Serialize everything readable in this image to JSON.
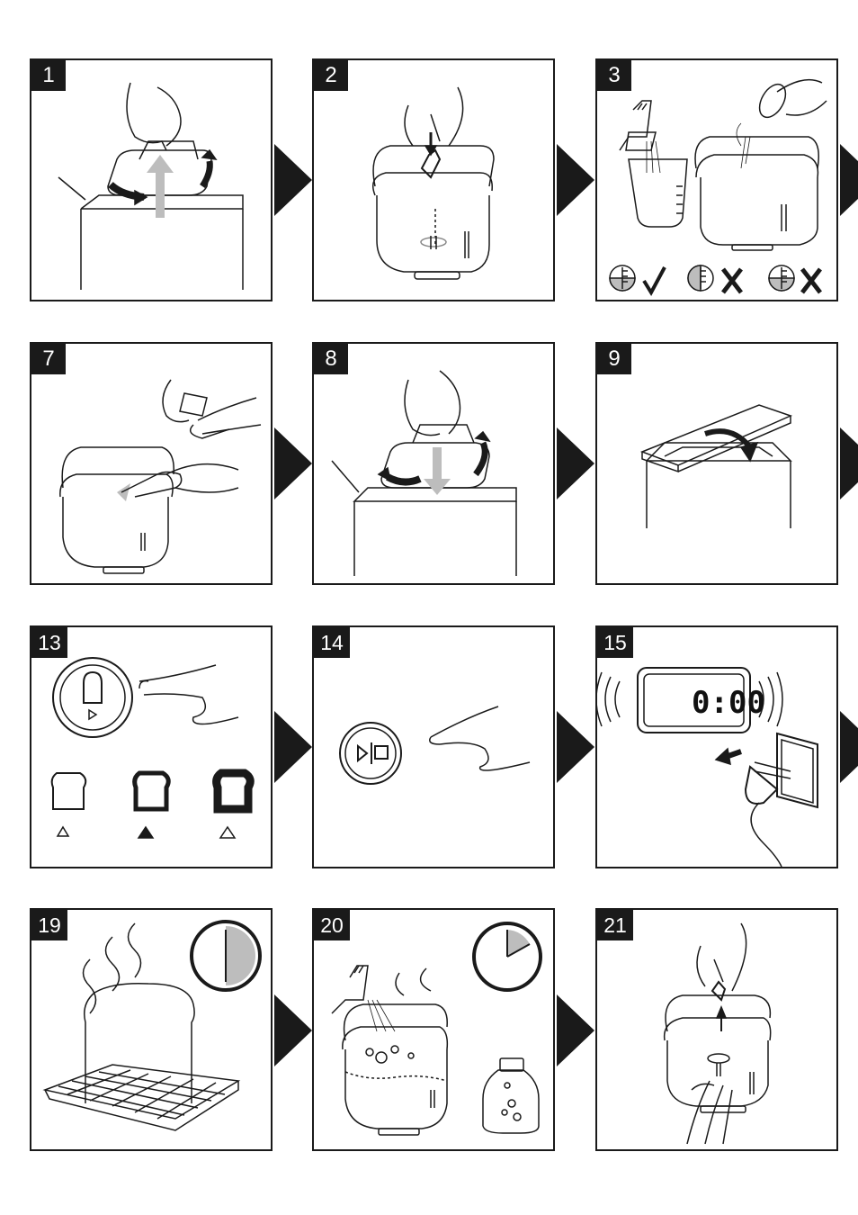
{
  "steps": [
    {
      "label": "1"
    },
    {
      "label": "2"
    },
    {
      "label": "3"
    },
    {
      "label": "7"
    },
    {
      "label": "8"
    },
    {
      "label": "9"
    },
    {
      "label": "13"
    },
    {
      "label": "14"
    },
    {
      "label": "15"
    },
    {
      "label": "19"
    },
    {
      "label": "20"
    },
    {
      "label": "21"
    }
  ],
  "timer_display": "0:00",
  "colors": {
    "ink": "#1a1a1a",
    "grey": "#bdbdbd",
    "background": "#ffffff"
  }
}
